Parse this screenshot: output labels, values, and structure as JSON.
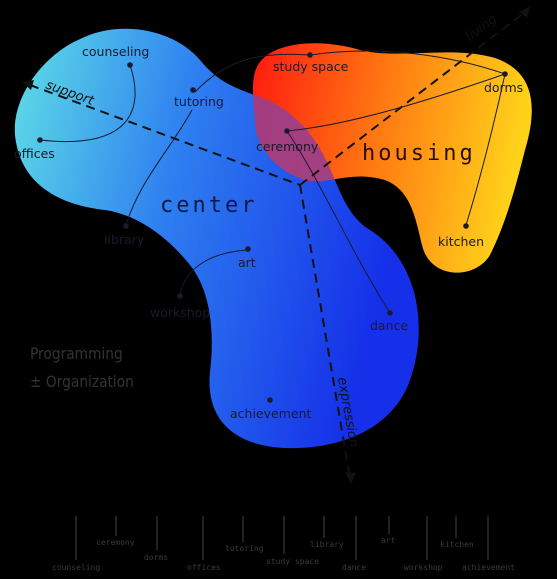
{
  "zones": {
    "center": "center",
    "housing": "housing"
  },
  "axes": {
    "support": "support",
    "living": "living",
    "expression": "expression"
  },
  "nodes": {
    "counseling": "counseling",
    "offices": "offices",
    "tutoring": "tutoring",
    "library": "library",
    "art": "art",
    "workshop": "workshop",
    "achievement": "achievement",
    "study_space": "study space",
    "ceremony": "ceremony",
    "dorms": "dorms",
    "kitchen": "kitchen",
    "dance": "dance"
  },
  "caption": {
    "line1": "Programming",
    "line2": "± Organization"
  },
  "legend": {
    "items": [
      "counseling",
      "ceremony",
      "dorms",
      "offices",
      "tutoring",
      "study space",
      "library",
      "dance",
      "art",
      "workshop",
      "kitchen",
      "achievement"
    ]
  },
  "colors": {
    "center_start": "#5fe0e6",
    "center_end": "#1530e8",
    "housing_start": "#ff1a10",
    "housing_end": "#ffd21a",
    "overlap": "#9b3f8a"
  }
}
